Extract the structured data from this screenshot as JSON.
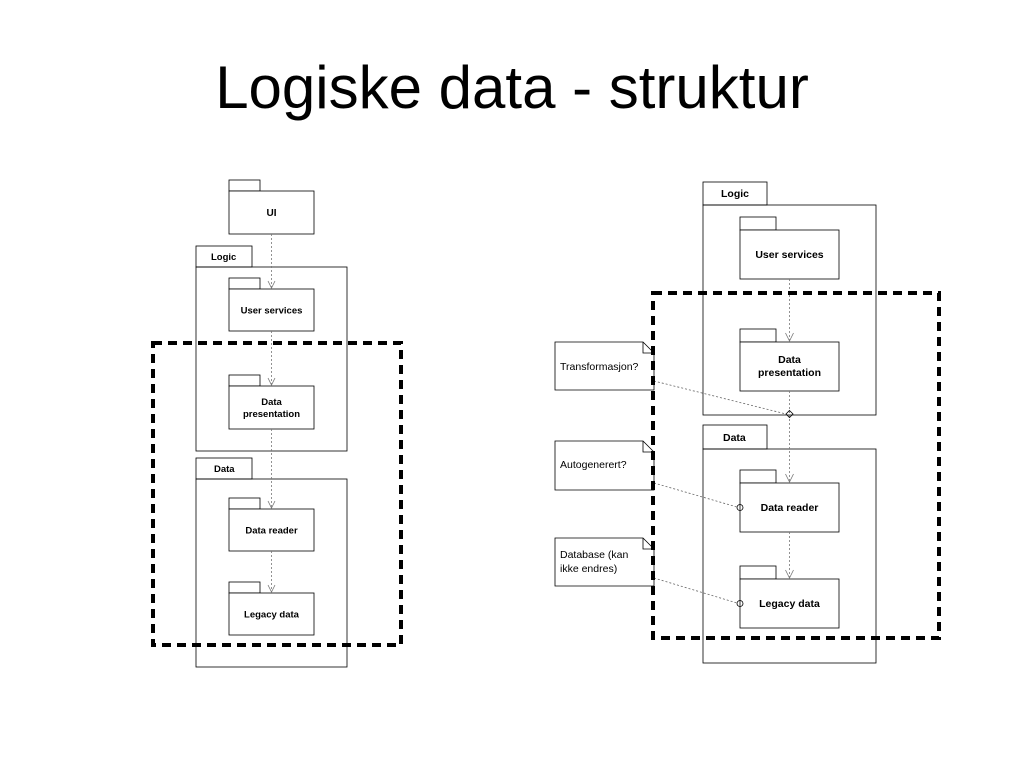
{
  "slide": {
    "title": "Logiske data - struktur"
  },
  "left_diagram": {
    "ui": "UI",
    "logic": "Logic",
    "user_services": "User services",
    "data_presentation_line1": "Data",
    "data_presentation_line2": "presentation",
    "data": "Data",
    "data_reader": "Data reader",
    "legacy_data": "Legacy data"
  },
  "right_diagram": {
    "logic": "Logic",
    "user_services": "User services",
    "data_presentation_line1": "Data",
    "data_presentation_line2": "presentation",
    "data": "Data",
    "data_reader": "Data reader",
    "legacy_data": "Legacy data"
  },
  "notes": {
    "transformasjon": "Transformasjon?",
    "autogenerert": "Autogenerert?",
    "database_line1": "Database (kan",
    "database_line2": "ikke endres)"
  }
}
